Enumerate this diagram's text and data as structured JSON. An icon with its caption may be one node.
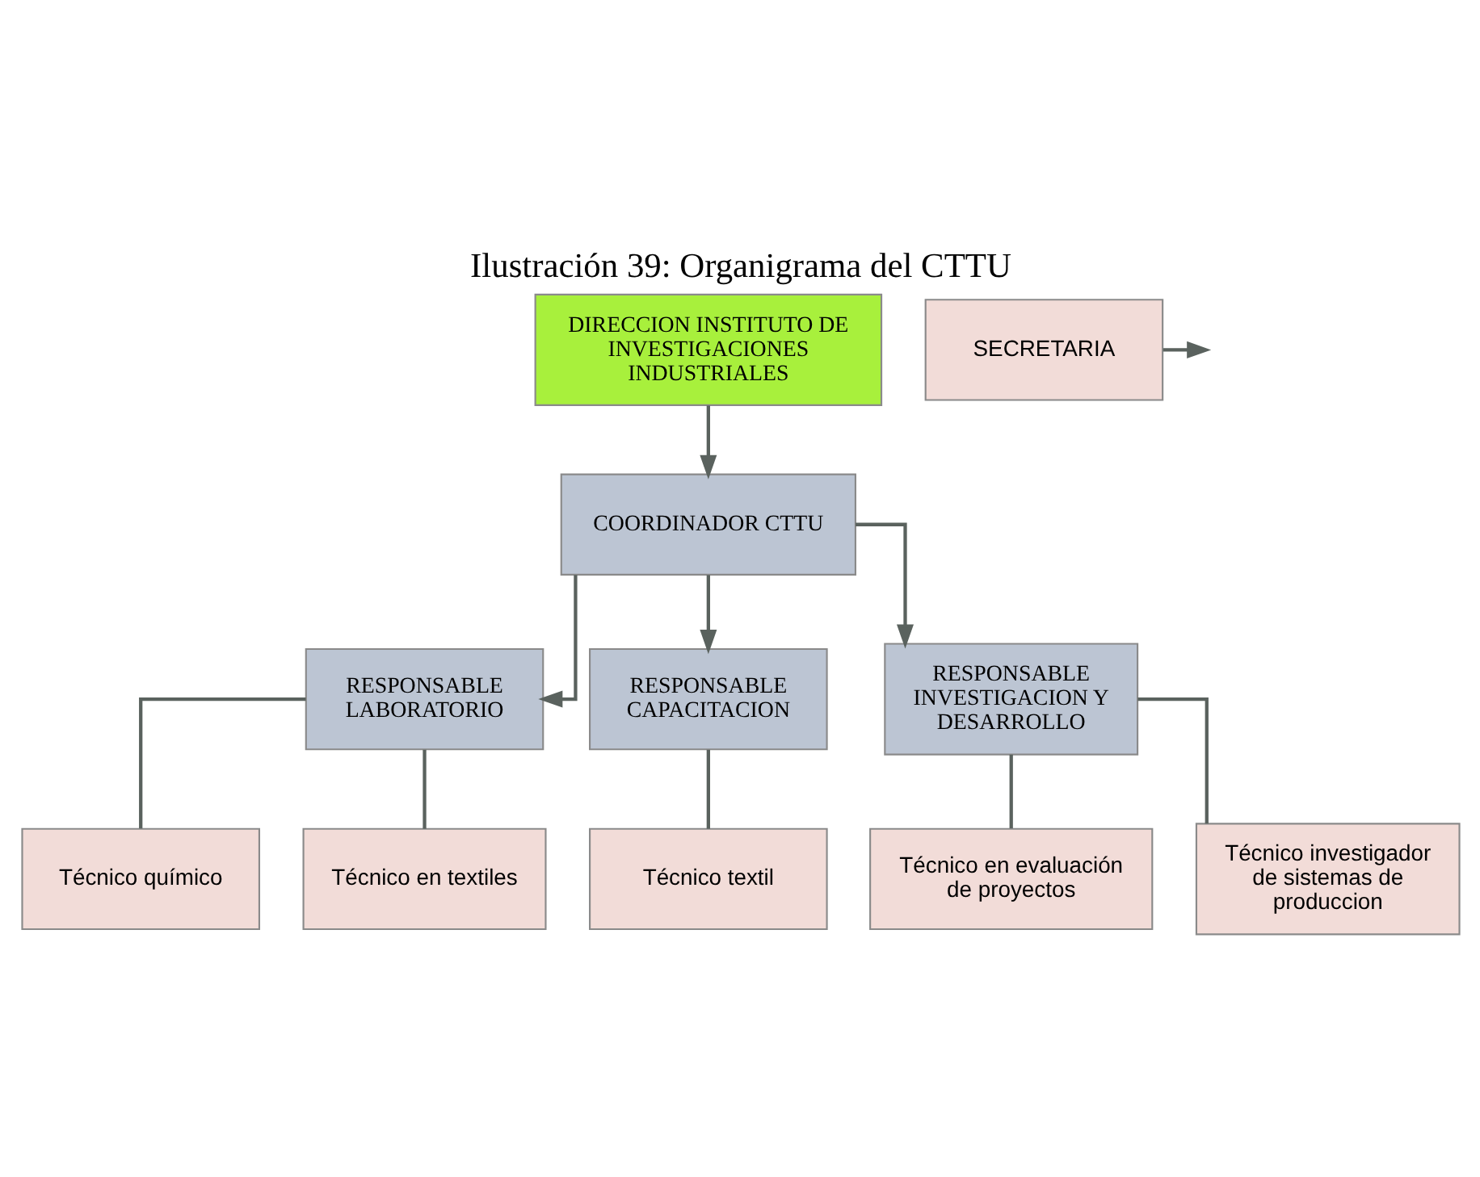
{
  "diagram": {
    "title": "Ilustración 39: Organigrama del CTTU",
    "nodes": [
      {
        "text": [
          "DIRECCION INSTITUTO DE INVESTIGACIONES INDUSTRIALES"
        ]
      },
      {
        "text": [
          "COORDINADOR CTTU"
        ]
      },
      {
        "text": [
          "SECRETARIA"
        ]
      },
      {
        "text": [
          "RESPONSABLE LABORATORIO"
        ]
      },
      {
        "text": [
          "RESPONSABLE CAPACITACION"
        ]
      },
      {
        "text": [
          "RESPONSABLE INVESTIGACION Y DESARROLLO"
        ]
      },
      {
        "text": [
          "Técnico químico"
        ]
      },
      {
        "text": [
          "Técnico en textiles"
        ]
      },
      {
        "text": [
          "Técnico textil"
        ]
      },
      {
        "text": [
          "Técnico en evaluación de proyectos"
        ]
      },
      {
        "text": [
          "Técnico investigador de sistemas de produccion"
        ]
      }
    ],
    "edges": [
      {
        "from": 0,
        "to": 1,
        "arrow": "to"
      },
      {
        "from": 2,
        "to": null,
        "arrow": "to"
      },
      {
        "from": 1,
        "to": 3,
        "arrow": "to"
      },
      {
        "from": 1,
        "to": 4,
        "arrow": "to"
      },
      {
        "from": 1,
        "to": 5,
        "arrow": "to"
      },
      {
        "from": 3,
        "to": 6,
        "arrow": "none"
      },
      {
        "from": 3,
        "to": 7,
        "arrow": "none"
      },
      {
        "from": 4,
        "to": 8,
        "arrow": "none"
      },
      {
        "from": 5,
        "to": 9,
        "arrow": "none"
      },
      {
        "from": 5,
        "to": 10,
        "arrow": "none"
      }
    ]
  }
}
